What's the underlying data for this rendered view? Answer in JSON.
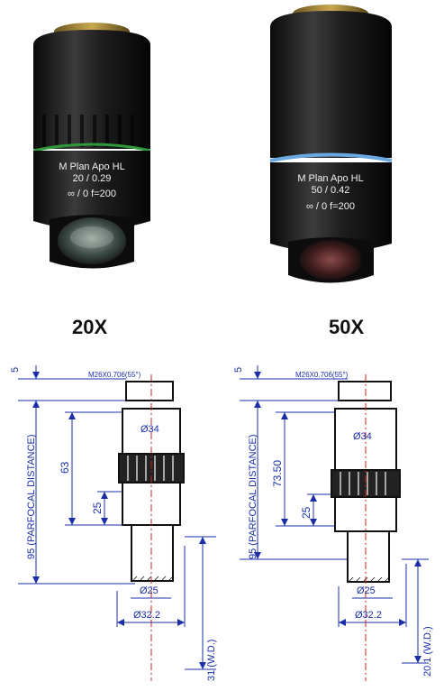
{
  "objectives": [
    {
      "magnification": "20X",
      "engraving": {
        "line1": "M Plan Apo HL",
        "line2": "20 / 0.29",
        "line3": "∞ / 0   f=200"
      },
      "ring_color": "#2f9a3a",
      "drawing": {
        "top_dim": "5",
        "thread": "M26X0.706(55°)",
        "parfocal": "95  (PARFOCAL  DISTANCE)",
        "height": "63",
        "body_dim": "25",
        "diam_body": "Ø34",
        "diam_tip": "Ø25",
        "diam_bottom": "Ø32.2",
        "wd": "31  (W.D.)"
      }
    },
    {
      "magnification": "50X",
      "engraving": {
        "line1": "M Plan Apo HL",
        "line2": "50 / 0.42",
        "line3": "∞ / 0   f=200"
      },
      "ring_color": "#6aa8e0",
      "drawing": {
        "top_dim": "5",
        "thread": "M26X0.706(55°)",
        "parfocal": "95  (PARFOCAL  DISTANCE)",
        "height": "73.50",
        "body_dim": "25",
        "diam_body": "Ø34",
        "diam_tip": "Ø25",
        "diam_bottom": "Ø32.2",
        "wd": "20.1  (W.D.)"
      }
    }
  ],
  "colors": {
    "dimension_blue": "#1a2fa8",
    "axis_red": "#d22020",
    "body_black": "#111111"
  }
}
